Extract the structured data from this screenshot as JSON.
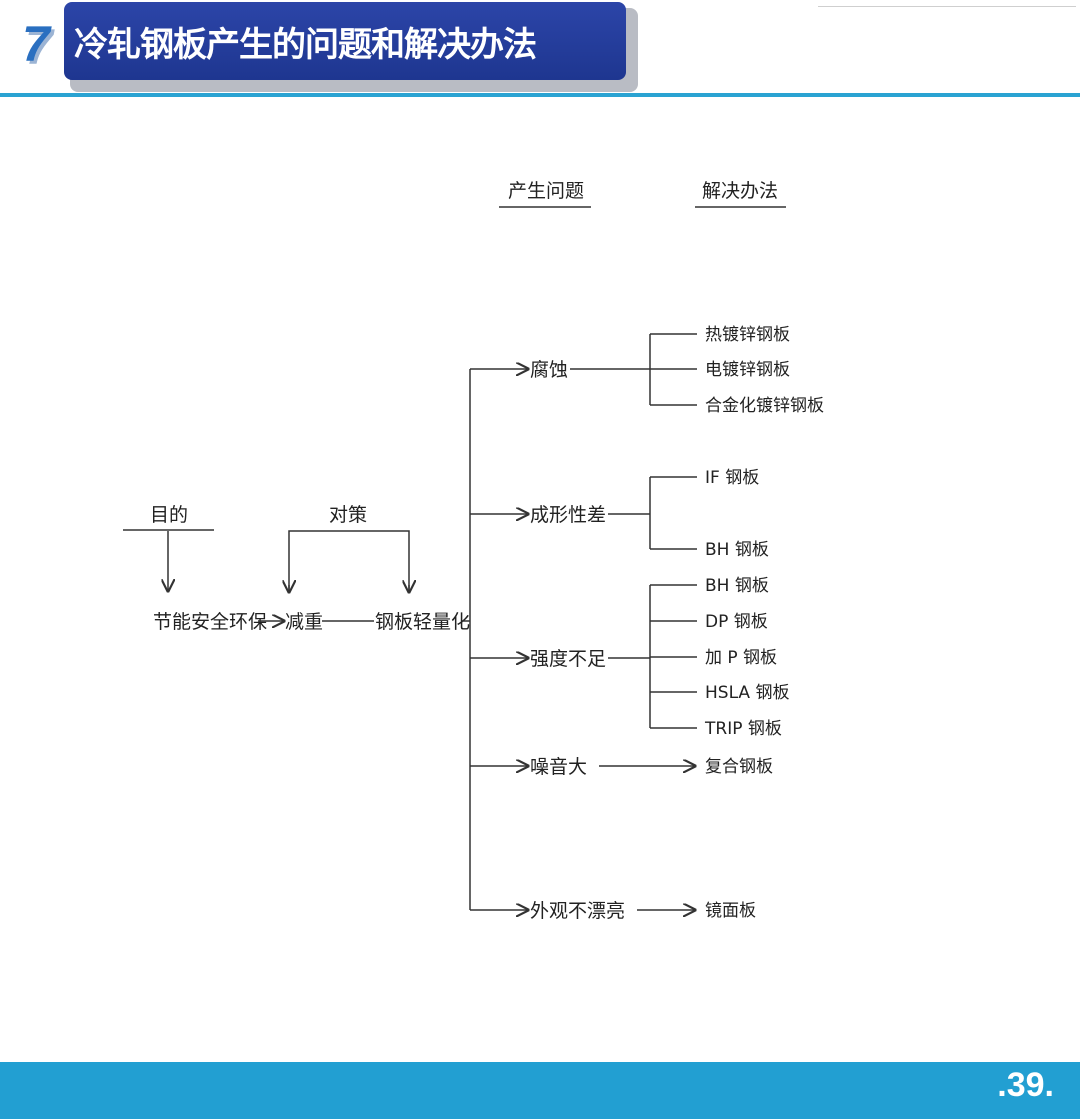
{
  "header": {
    "number": "7",
    "title": "冷轧钢板产生的问题和解决办法"
  },
  "diagram": {
    "column_headers": {
      "problems": "产生问题",
      "solutions": "解决办法"
    },
    "purpose_label": "目的",
    "countermeasure_label": "对策",
    "chain": {
      "goal": "节能安全环保",
      "measure": "减重",
      "approach": "钢板轻量化"
    },
    "problems": [
      {
        "name": "腐蚀",
        "solutions": [
          "热镀锌钢板",
          "电镀锌钢板",
          "合金化镀锌钢板"
        ]
      },
      {
        "name": "成形性差",
        "solutions": [
          "IF 钢板",
          "BH 钢板"
        ]
      },
      {
        "name": "强度不足",
        "solutions": [
          "BH 钢板",
          "DP 钢板",
          "加 P 钢板",
          "HSLA 钢板",
          "TRIP 钢板"
        ]
      },
      {
        "name": "噪音大",
        "solutions": [
          "复合钢板"
        ]
      },
      {
        "name": "外观不漂亮",
        "solutions": [
          "镜面板"
        ]
      }
    ]
  },
  "footer": {
    "page_number": ".39."
  }
}
